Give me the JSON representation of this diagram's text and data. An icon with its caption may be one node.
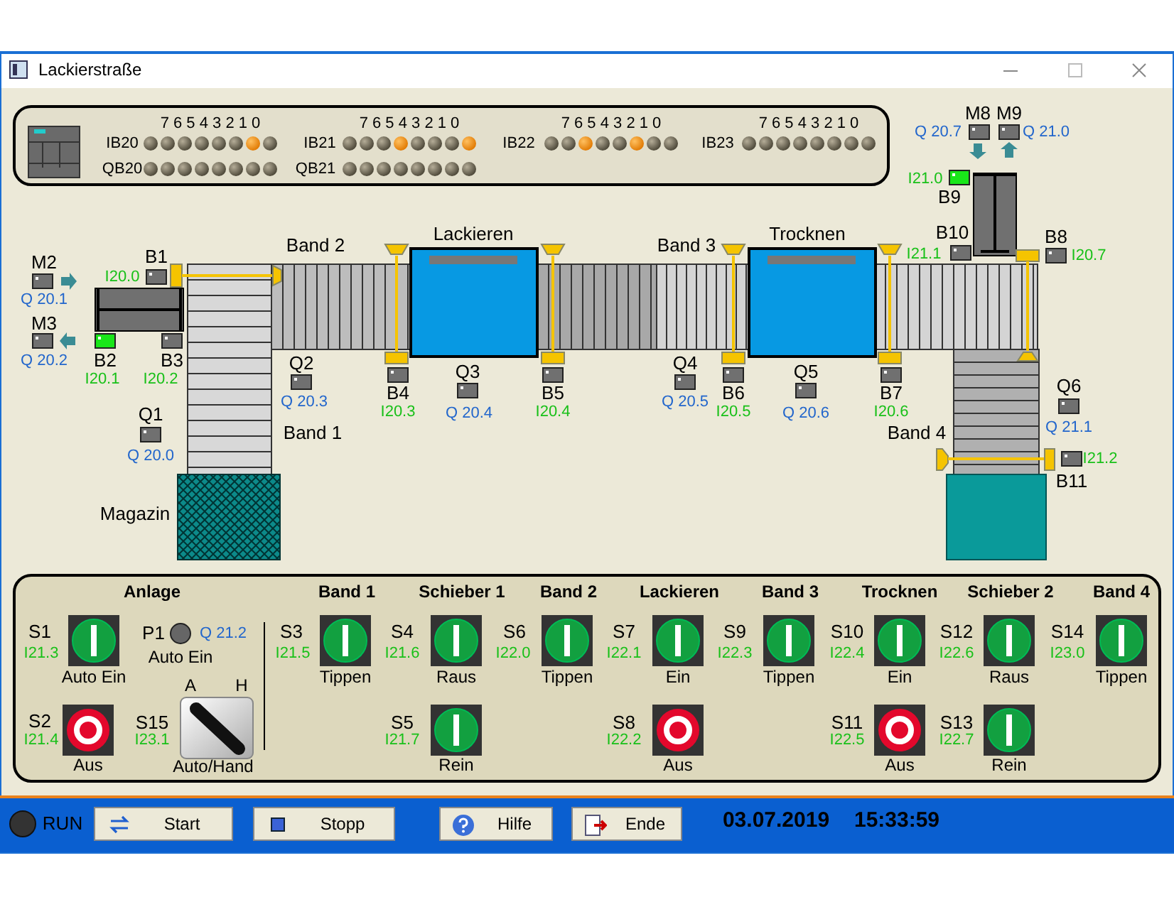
{
  "diagram": {
    "title": "Lackierstraße",
    "labels": [
      "7 6 5 4 3 2 1 0",
      "7 6 5 4 3 2 1 0",
      "7 6 5 4 3 2 1 0",
      "7 6 5 4 3 2 1 0",
      "IB20",
      "IB21",
      "IB22",
      "IB23",
      "QB20",
      "QB21",
      "M8",
      "M9",
      "Q 20.7",
      "Q 21.0",
      "I21.0",
      "B9",
      "M2",
      "B1",
      "Band 2",
      "Lackieren",
      "Band 3",
      "Trocknen",
      "I21.1",
      "B10",
      "B8",
      "I20.7",
      "I20.0",
      "Q 20.1",
      "M3",
      "Q 20.2",
      "I20.1",
      "B2",
      "I20.2",
      "B3",
      "Q2",
      "Q3",
      "Q4",
      "Q5",
      "B4",
      "B5",
      "B6",
      "B7",
      "Q6",
      "Q1",
      "Q 20.3",
      "I20.3",
      "Q 20.4",
      "I20.4",
      "Q 20.5",
      "I20.5",
      "Q 20.6",
      "I20.6",
      "Band 1",
      "Band 4",
      "Q 21.1",
      "Q 20.0",
      "I21.2",
      "B11",
      "Magazin",
      "Anlage",
      "Band 1",
      "Schieber 1",
      "Band 2",
      "Lackieren",
      "Band 3",
      "Trocknen",
      "Schieber 2",
      "Band 4",
      "S1",
      "P1",
      "Q 21.2",
      "S3",
      "S4",
      "S6",
      "S7",
      "S9",
      "S10",
      "S12",
      "S14",
      "I21.3",
      "Auto Ein",
      "I21.5",
      "I21.6",
      "I22.0",
      "I22.1",
      "I22.3",
      "I22.4",
      "I22.6",
      "I23.0",
      "Auto Ein",
      "Tippen",
      "Raus",
      "Tippen",
      "Ein",
      "Tippen",
      "Ein",
      "Raus",
      "Tippen",
      "A",
      "H",
      "S2",
      "I21.4",
      "S15",
      "I23.1",
      "S5",
      "I21.7",
      "S8",
      "I22.2",
      "S11",
      "I22.5",
      "S13",
      "I22.7",
      "Aus",
      "Auto/Hand",
      "Rein",
      "Aus",
      "Aus",
      "Rein",
      "RUN",
      "Start",
      "Stopp",
      "Hilfe",
      "Ende",
      "03.07.2019",
      "15:33:59"
    ]
  }
}
